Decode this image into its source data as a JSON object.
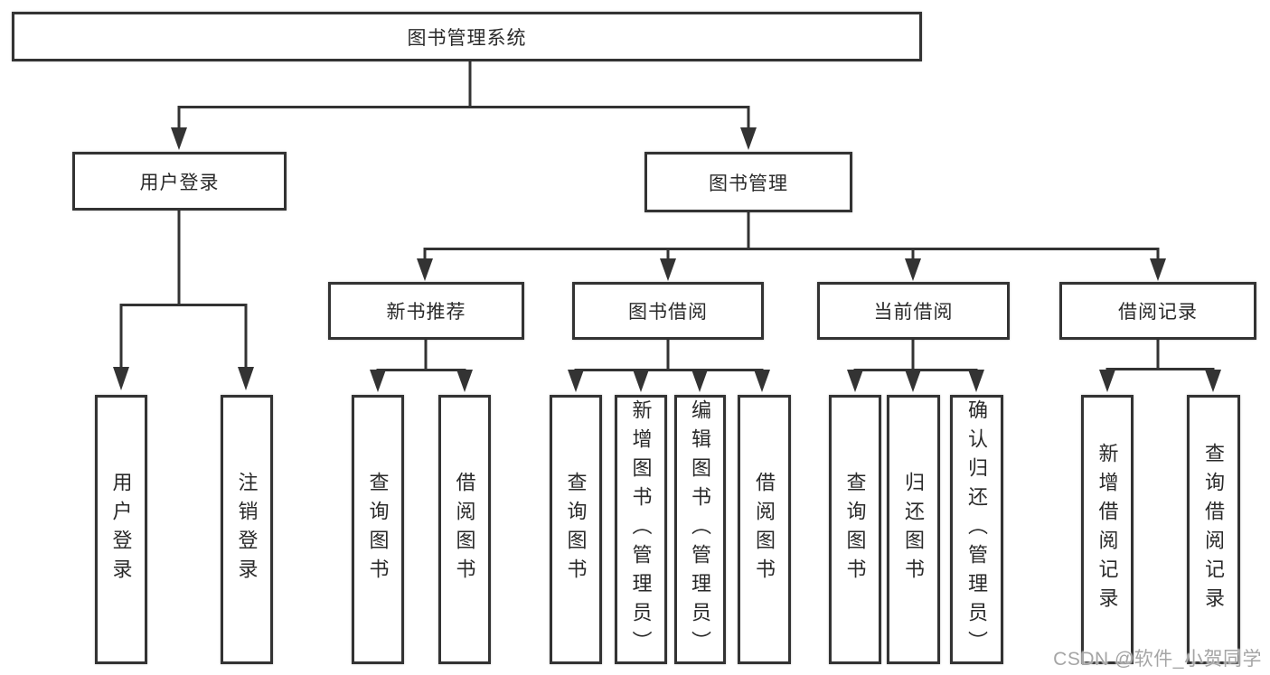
{
  "tree": {
    "root": {
      "label": "图书管理系统"
    },
    "children": [
      {
        "label": "用户登录",
        "children": [
          {
            "label": "用户登录"
          },
          {
            "label": "注销登录"
          }
        ]
      },
      {
        "label": "图书管理",
        "children": [
          {
            "label": "新书推荐",
            "children": [
              {
                "label": "查询图书"
              },
              {
                "label": "借阅图书"
              }
            ]
          },
          {
            "label": "图书借阅",
            "children": [
              {
                "label": "查询图书"
              },
              {
                "label": "新增图书（管理员）"
              },
              {
                "label": "编辑图书（管理员）"
              },
              {
                "label": "借阅图书"
              }
            ]
          },
          {
            "label": "当前借阅",
            "children": [
              {
                "label": "查询图书"
              },
              {
                "label": "归还图书"
              },
              {
                "label": "确认归还（管理员）"
              }
            ]
          },
          {
            "label": "借阅记录",
            "children": [
              {
                "label": "新增借阅记录"
              },
              {
                "label": "查询借阅记录"
              }
            ]
          }
        ]
      }
    ]
  },
  "watermark": {
    "text": "CSDN @软件_小贺同学"
  },
  "colors": {
    "line": "#333333",
    "box_border": "#333333",
    "box_fill": "#ffffff",
    "text": "#2a2a2a",
    "watermark": "#a5a5a5"
  }
}
